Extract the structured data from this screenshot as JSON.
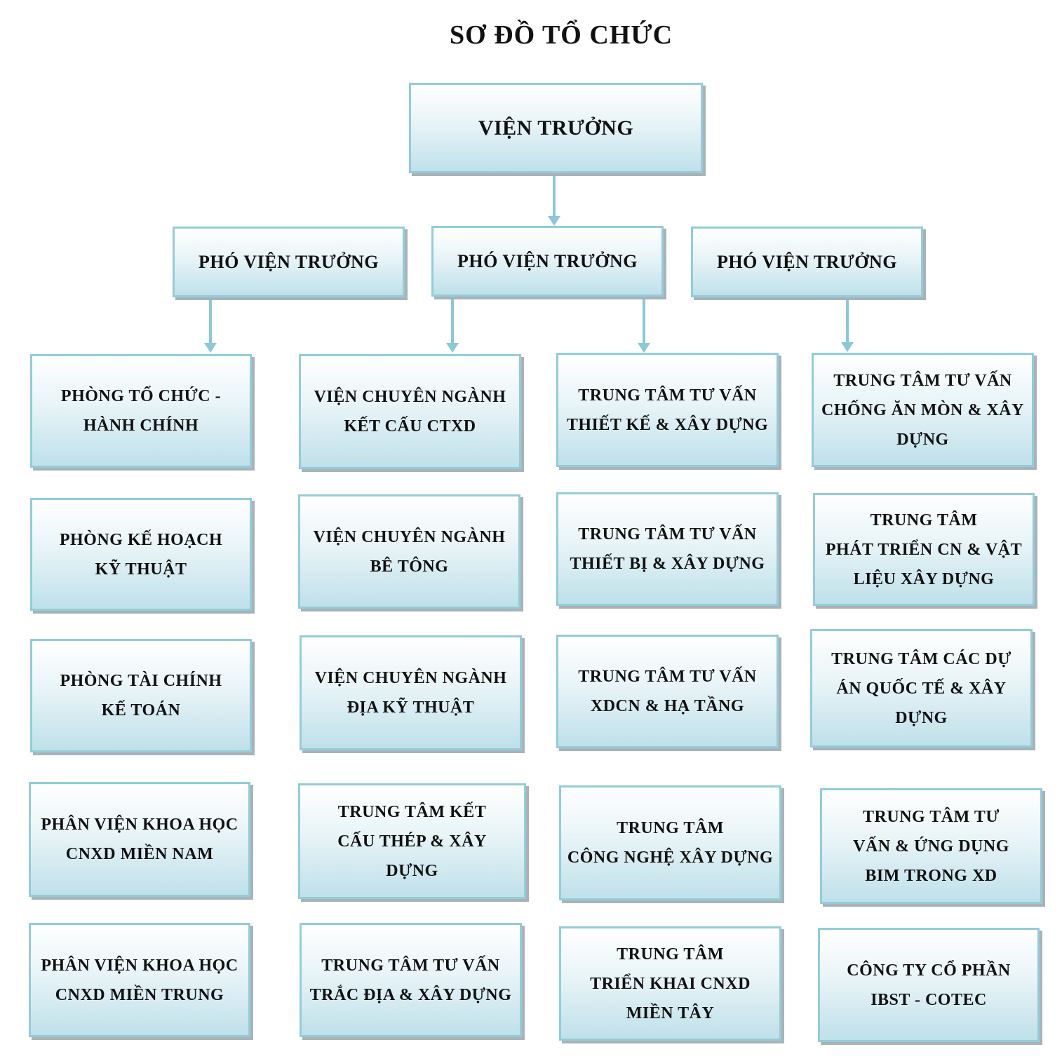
{
  "title": "SƠ ĐỒ TỔ CHỨC",
  "colors": {
    "border": "#93ccda",
    "arrow": "#8cc8d8",
    "gradient_bottom": "#bfe0ea"
  },
  "director": {
    "lines": [
      "VIỆN TRƯỞNG"
    ]
  },
  "deputies": [
    {
      "lines": [
        "PHÓ VIỆN TRƯỞNG"
      ]
    },
    {
      "lines": [
        "PHÓ VIỆN TRƯỞNG"
      ]
    },
    {
      "lines": [
        "PHÓ VIỆN TRƯỞNG"
      ]
    }
  ],
  "columns": [
    [
      {
        "lines": [
          "PHÒNG TỔ CHỨC -",
          "HÀNH CHÍNH"
        ]
      },
      {
        "lines": [
          "PHÒNG KẾ HOẠCH",
          "KỸ THUẬT"
        ]
      },
      {
        "lines": [
          "PHÒNG TÀI CHÍNH",
          "KẾ TOÁN"
        ]
      },
      {
        "lines": [
          "PHÂN VIỆN KHOA HỌC",
          "CNXD MIỀN NAM"
        ]
      },
      {
        "lines": [
          "PHÂN VIỆN KHOA HỌC",
          "CNXD MIỀN TRUNG"
        ]
      }
    ],
    [
      {
        "lines": [
          "VIỆN CHUYÊN NGÀNH",
          "KẾT CẤU CTXD"
        ]
      },
      {
        "lines": [
          "VIỆN CHUYÊN NGÀNH",
          "BÊ TÔNG"
        ]
      },
      {
        "lines": [
          "VIỆN CHUYÊN NGÀNH",
          "ĐỊA KỸ THUẬT"
        ]
      },
      {
        "lines": [
          "TRUNG TÂM KẾT",
          "CẤU THÉP & XÂY",
          "DỰNG"
        ]
      },
      {
        "lines": [
          "TRUNG TÂM TƯ VẤN",
          "TRẮC ĐỊA &  XÂY DỰNG"
        ]
      }
    ],
    [
      {
        "lines": [
          "TRUNG TÂM TƯ VẤN",
          "THIẾT KẾ & XÂY DỰNG"
        ]
      },
      {
        "lines": [
          "TRUNG TÂM TƯ VẤN",
          "THIẾT BỊ & XÂY DỰNG"
        ]
      },
      {
        "lines": [
          "TRUNG TÂM TƯ VẤN",
          "XDCN & HẠ TẦNG"
        ]
      },
      {
        "lines": [
          "TRUNG TÂM",
          "CÔNG NGHỆ XÂY DỰNG"
        ]
      },
      {
        "lines": [
          "TRUNG TÂM",
          "TRIỂN KHAI CNXD",
          "MIỀN TÂY"
        ]
      }
    ],
    [
      {
        "lines": [
          "TRUNG TÂM TƯ VẤN",
          "CHỐNG ĂN MÒN & XÂY",
          "DỰNG"
        ]
      },
      {
        "lines": [
          "TRUNG TÂM",
          "PHÁT TRIỂN CN & VẬT",
          "LIỆU XÂY  DỰNG"
        ]
      },
      {
        "lines": [
          "TRUNG TÂM CÁC DỰ",
          "ÁN QUỐC TẾ & XÂY",
          "DỰNG"
        ]
      },
      {
        "lines": [
          "TRUNG TÂM TƯ",
          "VẤN & ỨNG DỤNG",
          "BIM TRONG XD"
        ]
      },
      {
        "lines": [
          "CÔNG TY CỔ PHẦN",
          "IBST  - COTEC"
        ]
      }
    ]
  ]
}
